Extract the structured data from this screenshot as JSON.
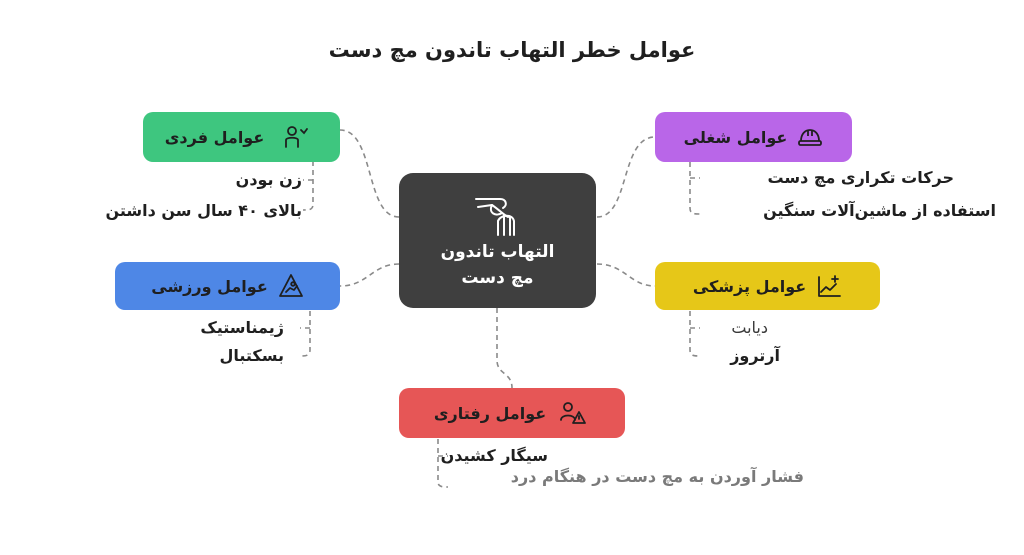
{
  "title": "عوامل خطر التهاب تاندون مچ دست",
  "center": {
    "label_line1": "التهاب تاندون",
    "label_line2": "مچ دست",
    "icon": "hand-wrist-icon"
  },
  "colors": {
    "center": "#3f3f3f",
    "occupational": "#b966e8",
    "individual": "#3ec67f",
    "medical": "#e6c718",
    "sports": "#4e87e6",
    "behavioral": "#e65656",
    "connector": "#8a8a8a"
  },
  "categories": {
    "occupational": {
      "label": "عوامل شغلی",
      "icon": "hard-hat-icon",
      "items": [
        "حرکات تکراری مچ دست",
        "استفاده از ماشین‌آلات سنگین"
      ]
    },
    "individual": {
      "label": "عوامل فردی",
      "icon": "person-icon",
      "items": [
        "زن بودن",
        "بالای ۴۰ سال سن داشتن"
      ]
    },
    "medical": {
      "label": "عوامل پزشکی",
      "icon": "medical-chart-icon",
      "items": [
        "دیابت",
        "آرتروز"
      ]
    },
    "sports": {
      "label": "عوامل ورزشی",
      "icon": "sport-sign-icon",
      "items": [
        "ژیمناستیک",
        "بسکتبال"
      ]
    },
    "behavioral": {
      "label": "عوامل رفتاری",
      "icon": "person-warning-icon",
      "items": [
        "سیگار کشیدن",
        "فشار آوردن به مچ دست در هنگام درد"
      ]
    }
  }
}
